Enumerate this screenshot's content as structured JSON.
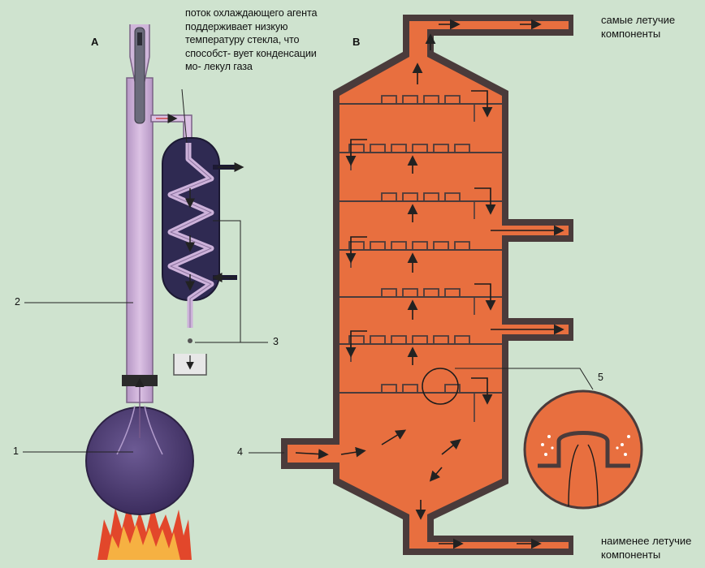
{
  "panel_a": {
    "letter": "A",
    "note": "поток охлаждающего агента поддерживает низкую температуру стекла, что способст- вует конденсации мо- лекул газа",
    "markers": [
      "1",
      "2",
      "3"
    ]
  },
  "panel_b": {
    "letter": "B",
    "top_output": {
      "line1": "самые летучие",
      "line2": "компоненты"
    },
    "bottom_output": {
      "line1": "наименее летучие",
      "line2": "компоненты"
    },
    "markers": [
      "4",
      "5"
    ]
  },
  "colors": {
    "background": "#cfe3cf",
    "column_fill": "#e86f3f",
    "column_edge": "#4a3b3b",
    "glass_tube": "#c9a9d2",
    "condenser": "#2f2a52",
    "flask": "#4b3a72",
    "flame": "#e2472b"
  }
}
